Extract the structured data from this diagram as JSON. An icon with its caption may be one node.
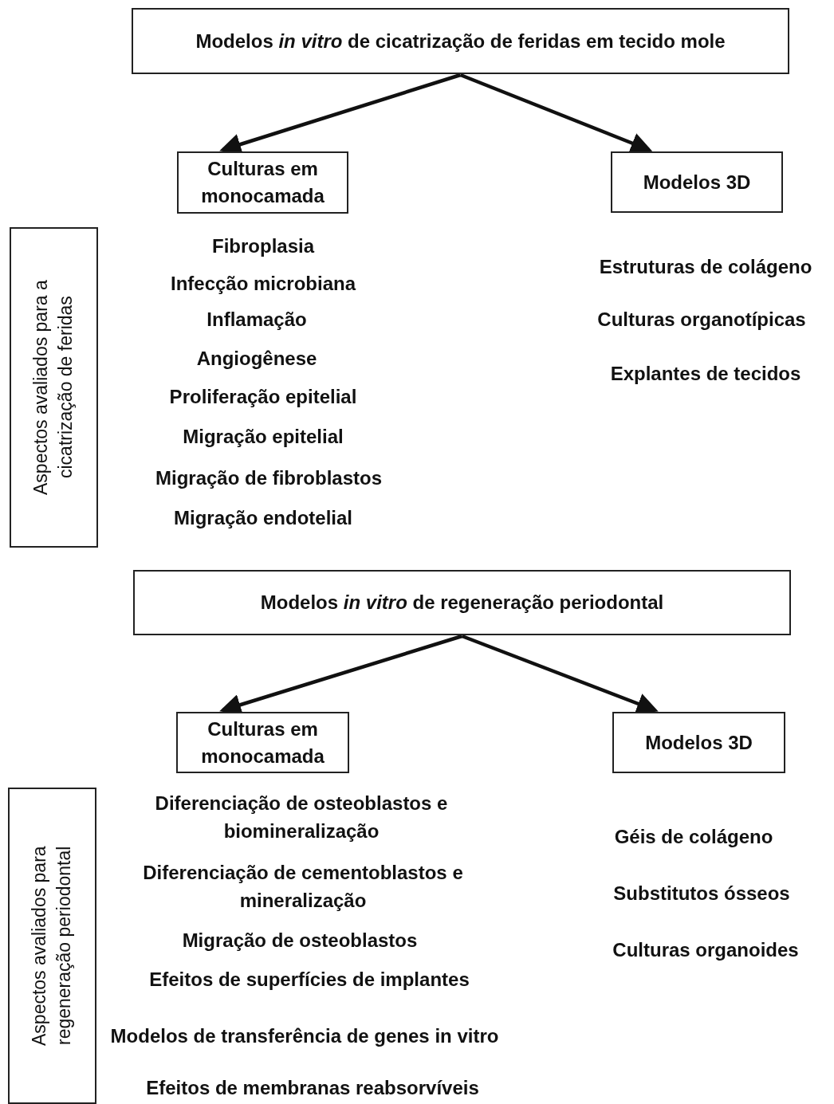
{
  "diagram": {
    "nodes": [
      {
        "text": [
          "Modelos *in vitro* de cicatrização de feridas em tecido mole"
        ]
      },
      {
        "text": [
          "Culturas em monocamada"
        ]
      },
      {
        "text": [
          "Modelos 3D"
        ]
      },
      {
        "text": [
          "Aspectos avaliados para a cicatrização de feridas"
        ]
      },
      {
        "text": [
          "Modelos *in vitro* de regeneração periodontal"
        ]
      },
      {
        "text": [
          "Culturas em monocamada"
        ]
      },
      {
        "text": [
          "Modelos 3D"
        ]
      },
      {
        "text": [
          "Aspectos avaliados para regeneração periodontal"
        ]
      }
    ],
    "edges": [
      {
        "from": 0,
        "to": 1,
        "arrow": "to"
      },
      {
        "from": 0,
        "to": 2,
        "arrow": "to"
      },
      {
        "from": 4,
        "to": 5,
        "arrow": "to"
      },
      {
        "from": 4,
        "to": 6,
        "arrow": "to"
      }
    ],
    "labels": [
      "Fibroplasia",
      "Infecção microbiana",
      "Inflamação",
      "Angiogênese",
      "Proliferação epitelial",
      "Migração epitelial",
      "Migração de fibroblastos",
      "Migração endotelial",
      "Estruturas de colágeno",
      "Culturas organotípicas",
      "Explantes de tecidos",
      "Diferenciação de osteoblastos e biomineralização",
      "Diferenciação de cementoblastos e mineralização",
      "Migração de osteoblastos",
      "Efeitos de superfícies de implantes",
      "Modelos de transferência de genes in vitro",
      "Efeitos de membranas reabsorvíveis",
      "Géis de colágeno",
      "Substitutos ósseos",
      "Culturas organoides"
    ]
  }
}
